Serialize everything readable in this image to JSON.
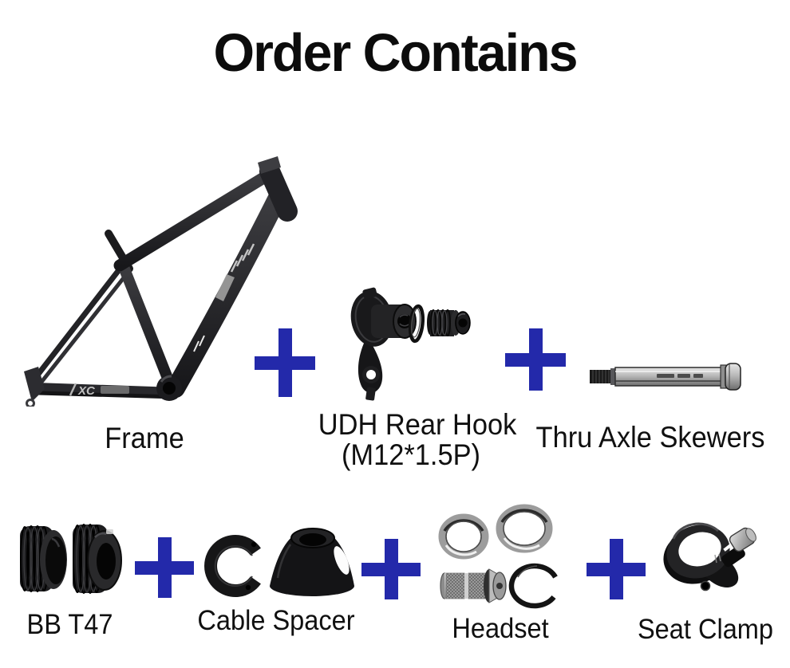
{
  "page": {
    "title": "Order Contains",
    "bg_color": "#ffffff",
    "accent_color": "#2329aa",
    "text_color": "#101010"
  },
  "icons": {
    "plus": "+"
  },
  "row1": {
    "frame": {
      "label": "Frame",
      "logo": "XC"
    },
    "udh": {
      "label_line1": "UDH Rear Hook",
      "label_line2": "(M12*1.5P)"
    },
    "thru_axle": {
      "label": "Thru Axle Skewers"
    }
  },
  "row2": {
    "bb": {
      "label": "BB T47"
    },
    "cable_spacer": {
      "label": "Cable Spacer"
    },
    "headset": {
      "label": "Headset"
    },
    "seat_clamp": {
      "label": "Seat Clamp"
    }
  }
}
